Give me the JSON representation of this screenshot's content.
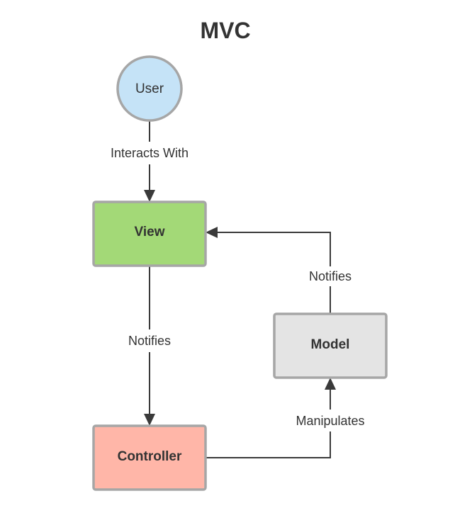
{
  "title": "MVC",
  "nodes": {
    "user": {
      "label": "User",
      "fill": "#c5e3f7"
    },
    "view": {
      "label": "View",
      "fill": "#a3d977"
    },
    "model": {
      "label": "Model",
      "fill": "#e4e4e4"
    },
    "controller": {
      "label": "Controller",
      "fill": "#ffb6a8"
    }
  },
  "edges": {
    "user_view": {
      "label": "Interacts With"
    },
    "view_controller": {
      "label": "Notifies"
    },
    "model_view": {
      "label": "Notifies"
    },
    "controller_model": {
      "label": "Manipulates"
    }
  },
  "colors": {
    "border": "#a6a6a6",
    "line": "#3a3a3a",
    "text": "#333333",
    "background": "#ffffff"
  }
}
